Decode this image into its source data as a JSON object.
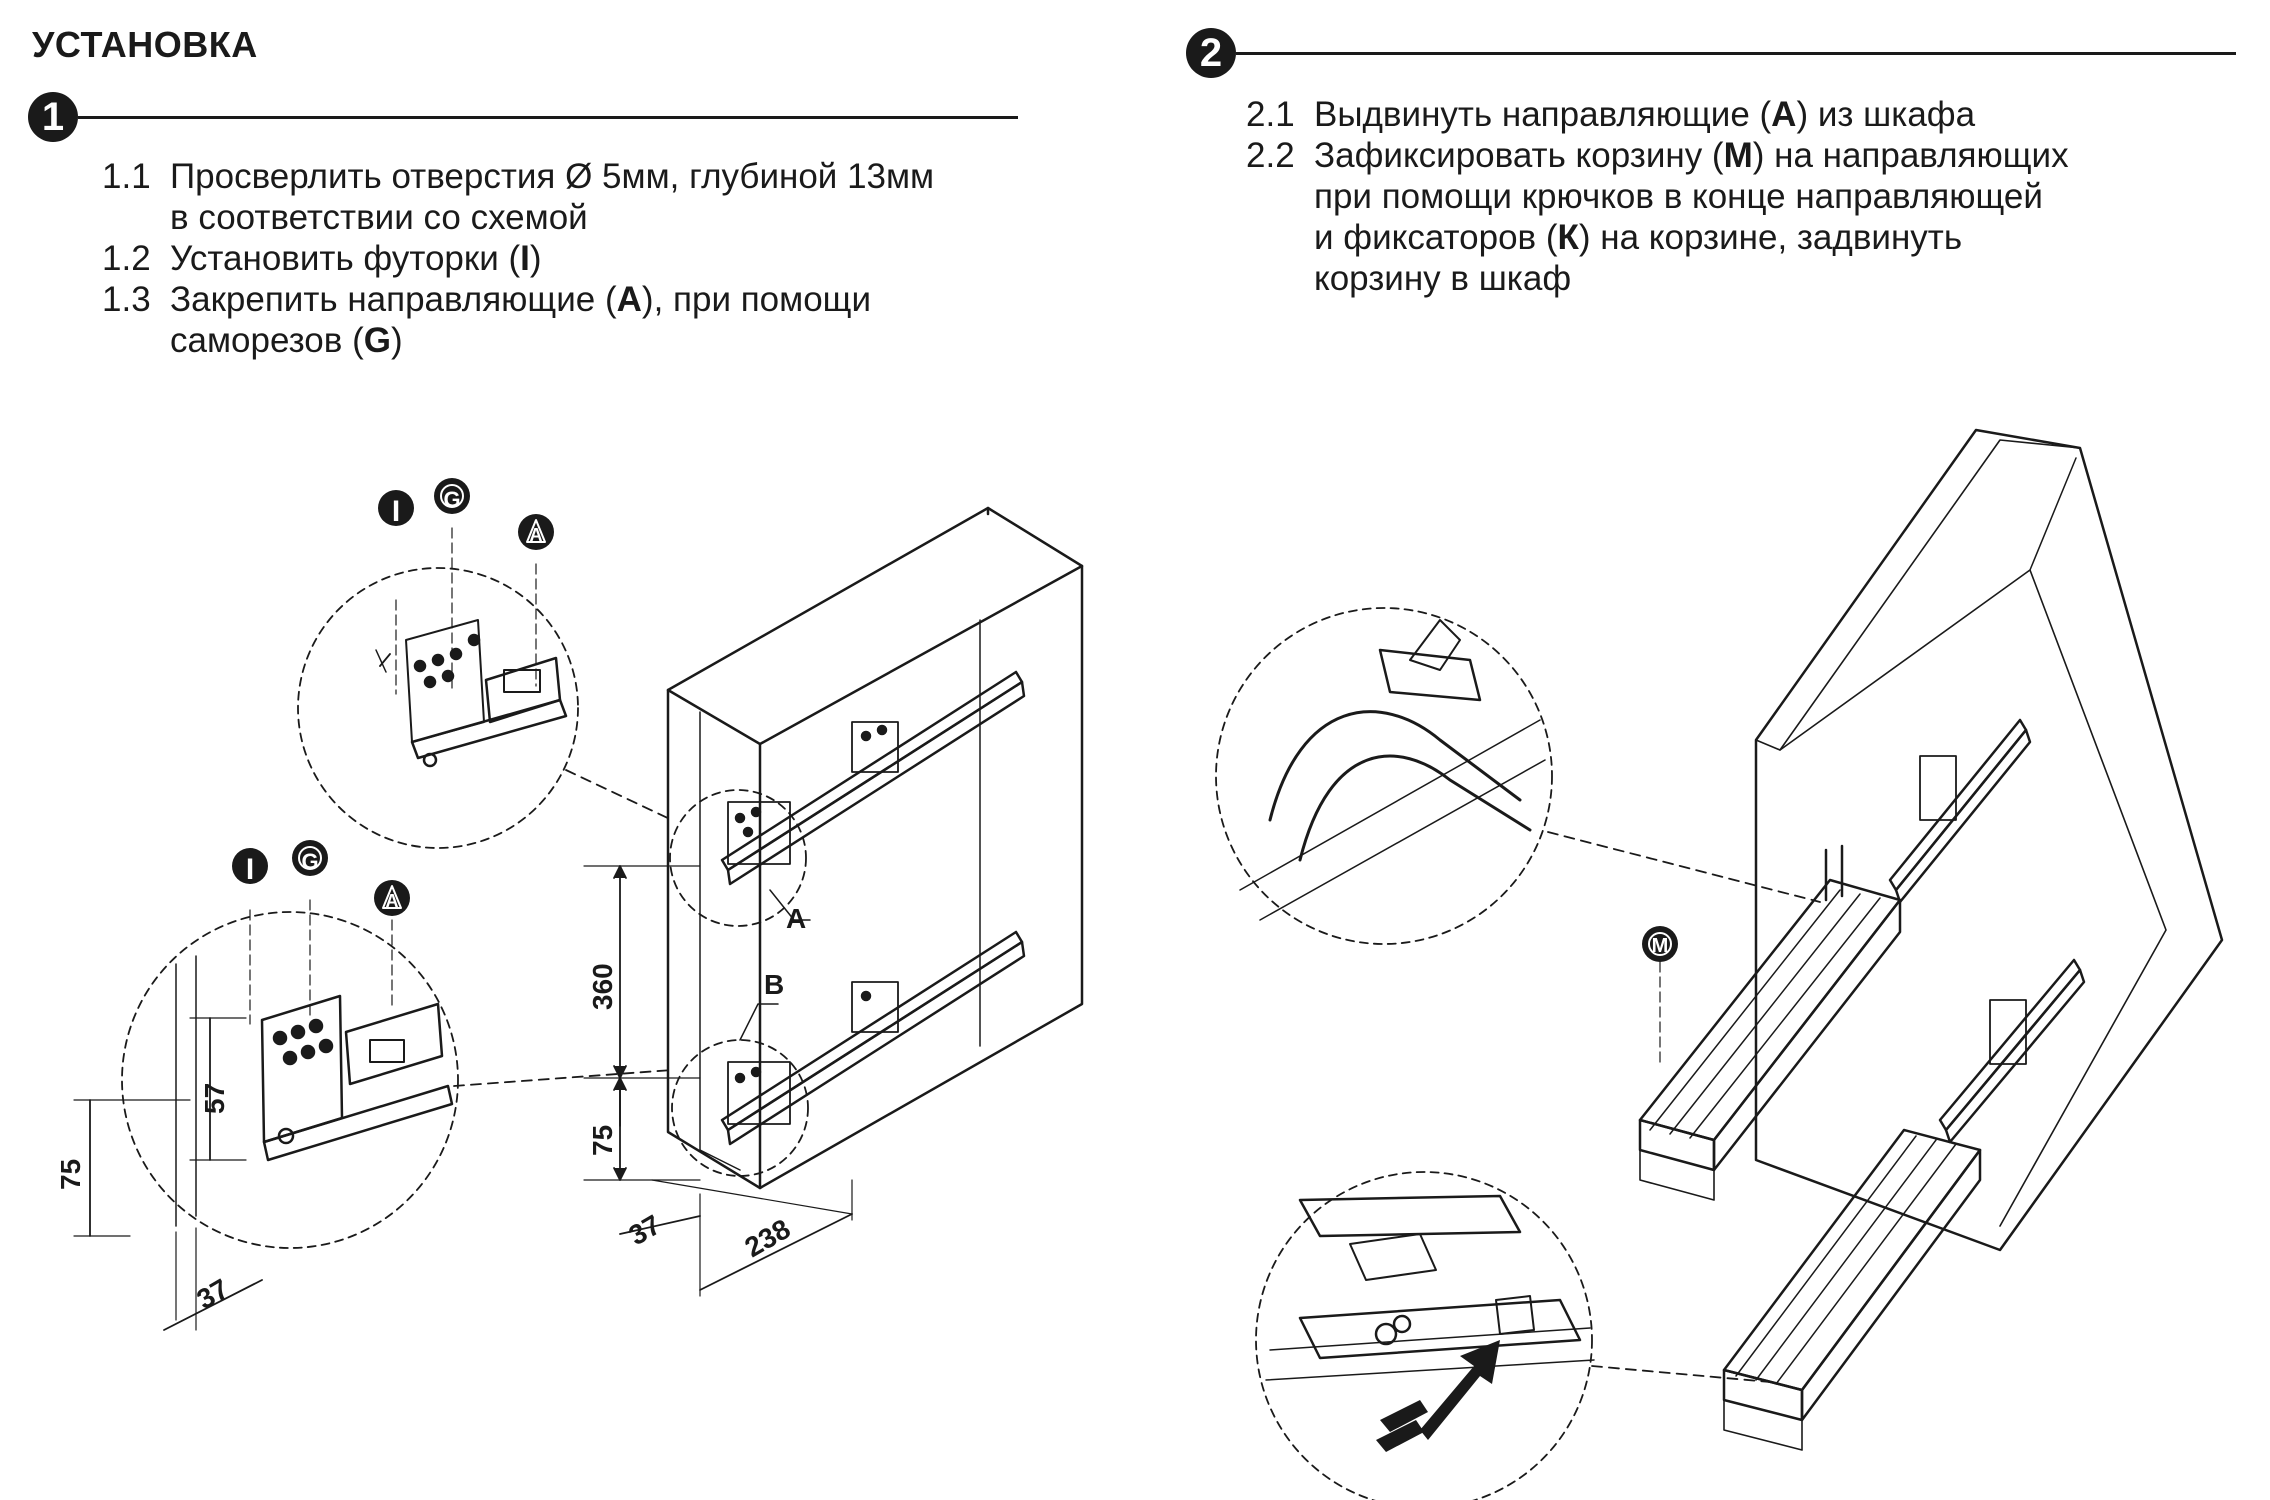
{
  "header": {
    "title": "УСТАНОВКА"
  },
  "step1": {
    "badge": "1",
    "items": [
      {
        "num": "1.1",
        "lines": [
          "Просверлить отверстия Ø 5мм, глубиной 13мм",
          "в соответствии со схемой"
        ]
      },
      {
        "num": "1.2",
        "pre": "Установить футорки (",
        "bold": "I",
        "post": ")"
      },
      {
        "num": "1.3",
        "pre": "Закрепить направляющие (",
        "bold": "A",
        "post": "), при помощи",
        "line2_pre": "саморезов (",
        "line2_bold": "G",
        "line2_post": ")"
      }
    ]
  },
  "step2": {
    "badge": "2",
    "items": [
      {
        "num": "2.1",
        "pre": "Выдвинуть направляющие (",
        "bold": "A",
        "post": ") из шкафа"
      },
      {
        "num": "2.2",
        "pre": "Зафиксировать корзину (",
        "bold": "M",
        "post": ") на направляющих",
        "line2": "при помощи крючков в конце направляющей",
        "line3_pre": "и фиксаторов (",
        "line3_bold": "К",
        "line3_post": ") на корзине, задвинуть",
        "line4": "корзину в шкаф"
      }
    ]
  },
  "diagram1": {
    "callouts": {
      "I": "I",
      "G": "G",
      "A": "A",
      "label_A": "A",
      "label_B": "B"
    },
    "dimensions": {
      "d360": "360",
      "d75_cab": "75",
      "d37_cab": "37",
      "d238": "238",
      "d57": "57",
      "d75_det": "75",
      "d37_det": "37"
    }
  },
  "diagram2": {
    "callouts": {
      "M": "M"
    }
  }
}
